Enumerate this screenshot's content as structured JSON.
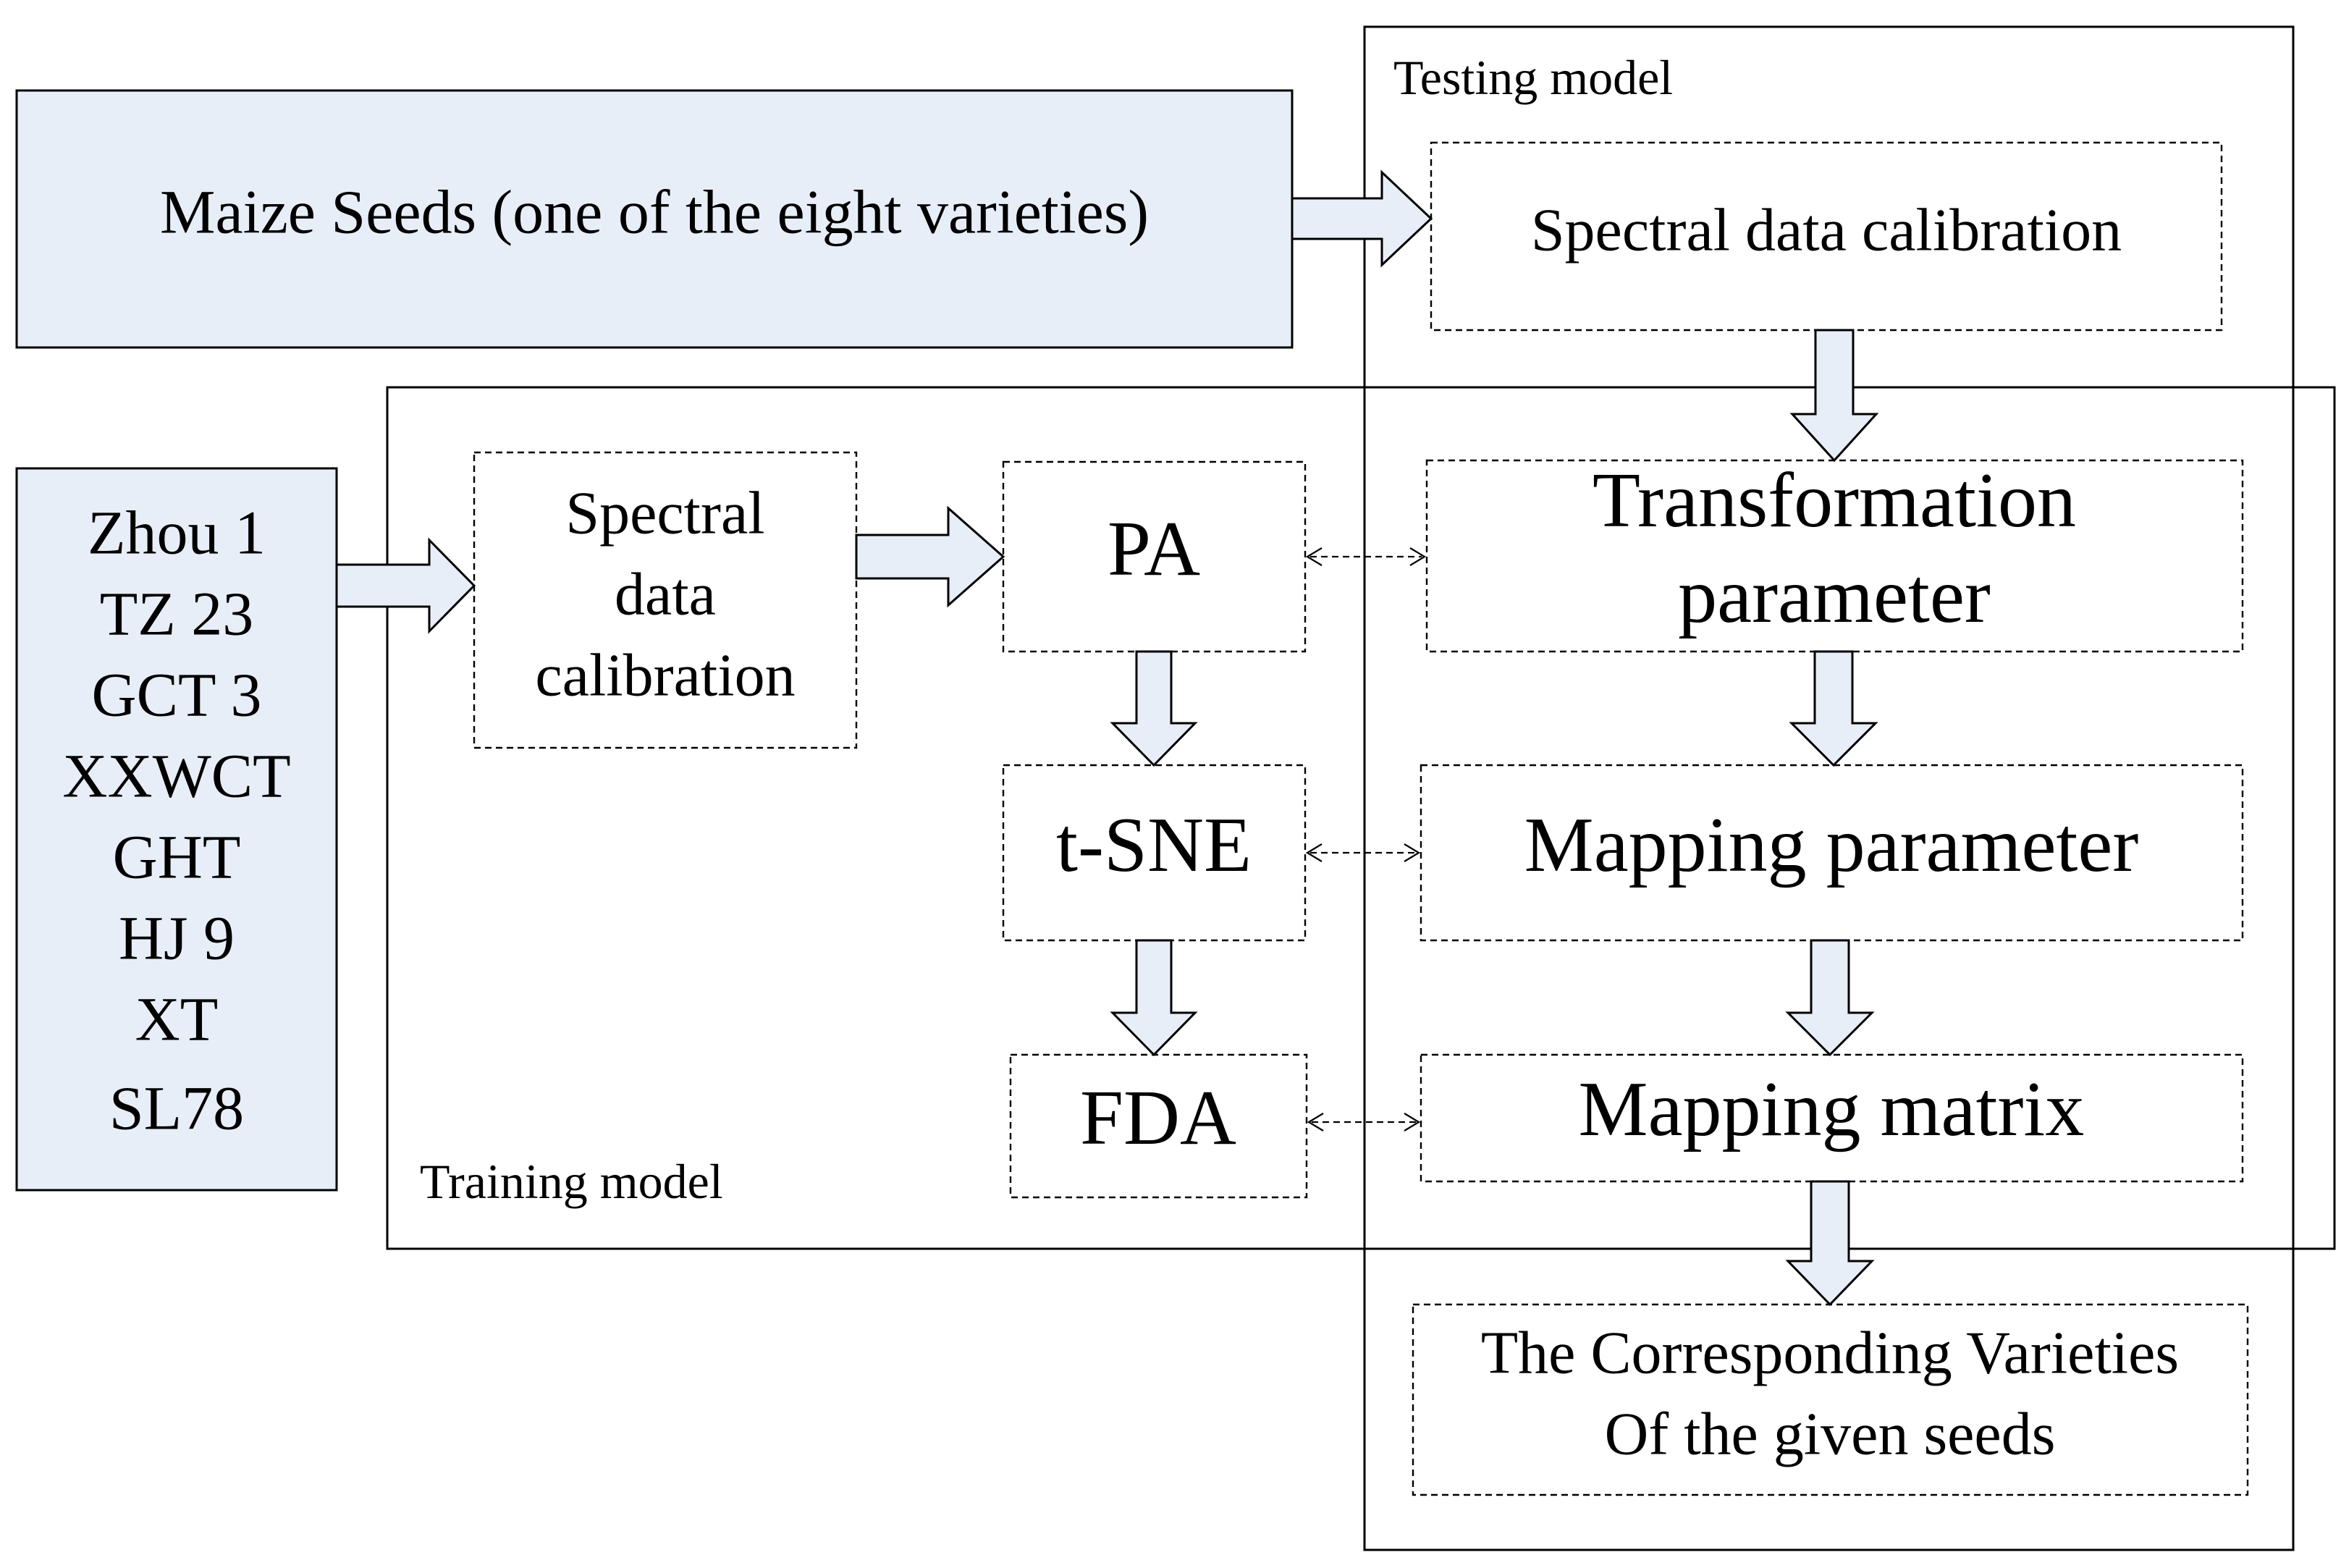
{
  "frames": {
    "testing_label": "Testing model",
    "training_label": "Training model"
  },
  "input_box": {
    "label": "Maize Seeds (one of the eight varieties)"
  },
  "varieties": [
    "Zhou 1",
    "TZ 23",
    "GCT 3",
    "XXWCT",
    "GHT",
    "HJ 9",
    "XT",
    "SL78"
  ],
  "training": {
    "calibration_lines": [
      "Spectral",
      "data",
      "calibration"
    ],
    "pa": "PA",
    "tsne": "t-SNE",
    "fda": "FDA"
  },
  "testing": {
    "calibration": "Spectral data calibration",
    "transformation_lines": [
      "Transformation",
      "parameter"
    ],
    "mapping_parameter": "Mapping parameter",
    "mapping_matrix": "Mapping matrix",
    "result_lines": [
      "The Corresponding Varieties",
      "Of the given seeds"
    ]
  },
  "colors": {
    "box_fill": "#e8eef7",
    "stroke": "#000000",
    "background": "#ffffff"
  }
}
